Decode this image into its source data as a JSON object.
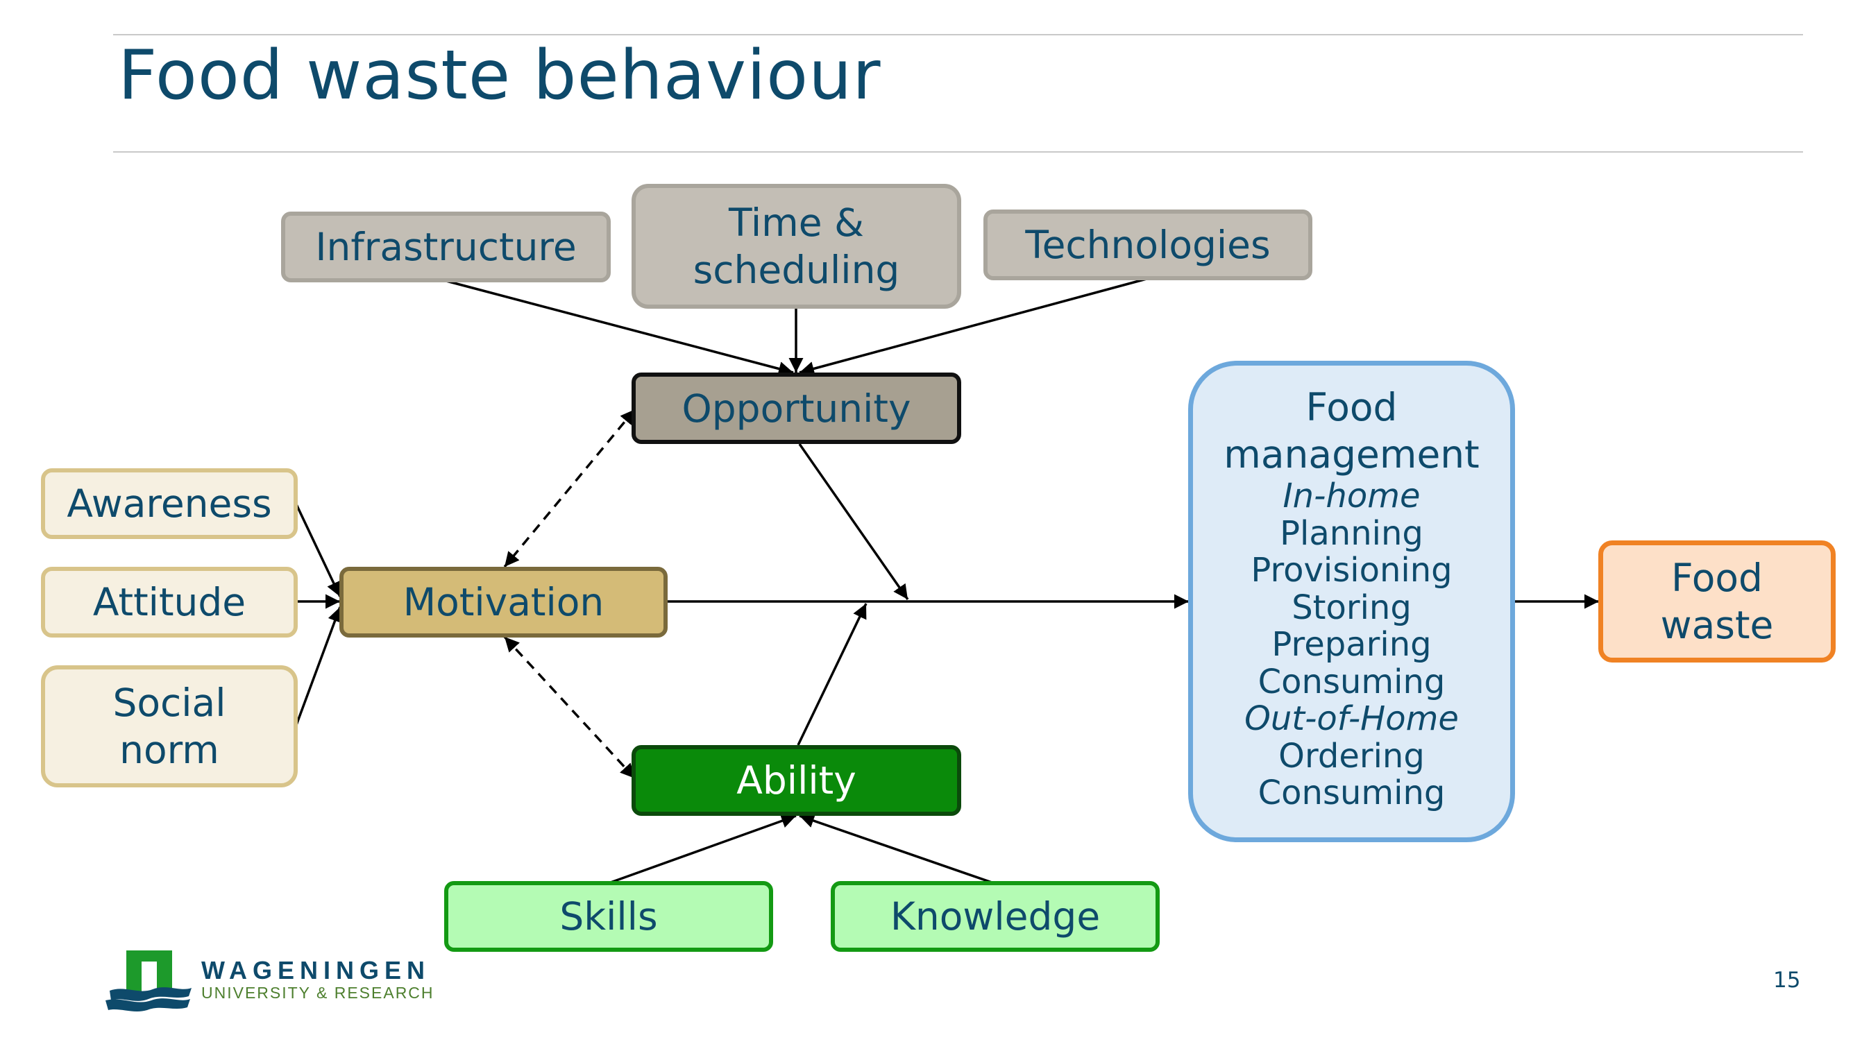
{
  "slide": {
    "title": "Food waste behaviour",
    "page_number": "15"
  },
  "diagram": {
    "environment": {
      "infrastructure": "Infrastructure",
      "time_line1": "Time &",
      "time_line2": "scheduling",
      "technologies": "Technologies"
    },
    "opportunity": "Opportunity",
    "motivation": "Motivation",
    "ability": "Ability",
    "motivation_factors": {
      "awareness": "Awareness",
      "attitude": "Attitude",
      "social_line1": "Social",
      "social_line2": "norm"
    },
    "ability_factors": {
      "skills": "Skills",
      "knowledge": "Knowledge"
    },
    "food_management": {
      "title_line1": "Food",
      "title_line2": "management",
      "in_home_label": "In-home",
      "in_home_items": [
        "Planning",
        "Provisioning",
        "Storing",
        "Preparing",
        "Consuming"
      ],
      "out_of_home_label": "Out-of-Home",
      "out_of_home_items": [
        "Ordering",
        "Consuming"
      ]
    },
    "outcome_line1": "Food",
    "outcome_line2": "waste"
  },
  "logo": {
    "name": "WAGENINGEN",
    "subtitle": "UNIVERSITY & RESEARCH"
  },
  "colors": {
    "title": "#0e4a6b",
    "opportunity_fill": "#a7a091",
    "environment_fill": "#c3beb5",
    "motivation_fill": "#d4bb77",
    "factor_fill": "#f6f0e1",
    "ability_fill": "#0a8a0a",
    "ability_factor_fill": "#b4fbb4",
    "food_management_fill": "#deebf7",
    "food_waste_fill": "#fde0c8",
    "logo_green": "#1d9a2b"
  }
}
